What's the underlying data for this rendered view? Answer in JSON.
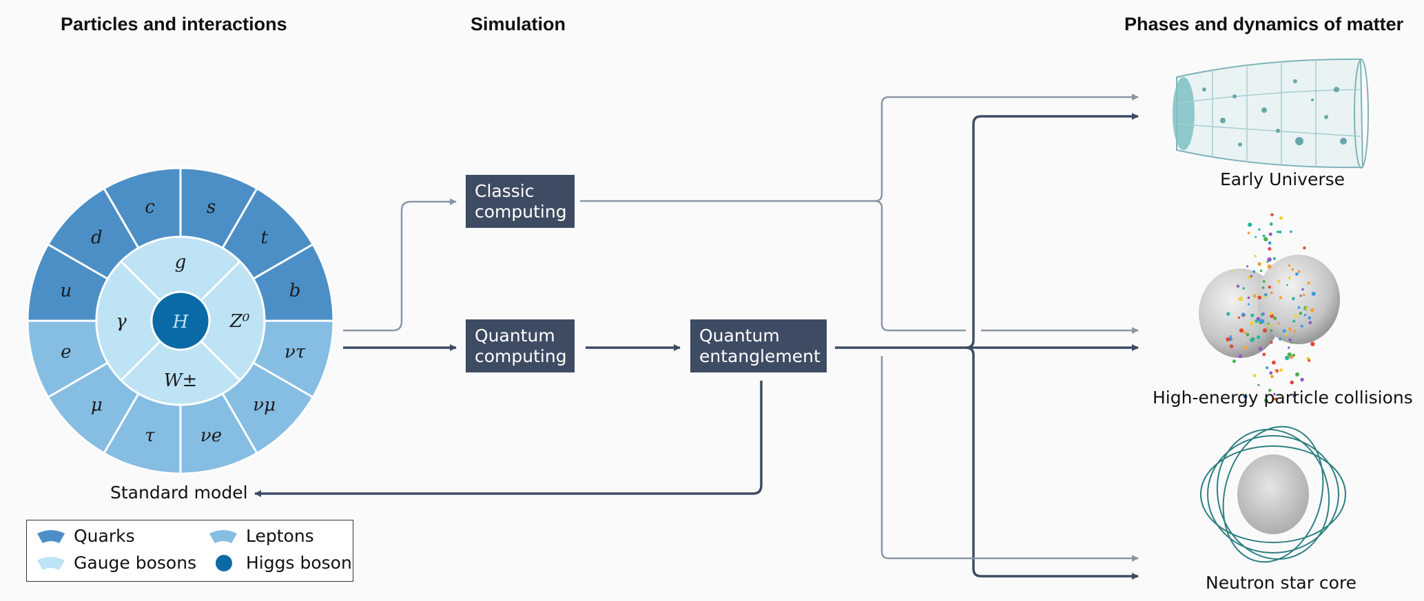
{
  "headers": {
    "particles": "Particles and interactions",
    "simulation": "Simulation",
    "phases": "Phases and dynamics of matter"
  },
  "standard_model": {
    "caption": "Standard model",
    "center": "H",
    "gauge_bosons": [
      "g",
      "Z⁰",
      "W±",
      "γ"
    ],
    "fermions": [
      "c",
      "s",
      "t",
      "b",
      "ντ",
      "νμ",
      "νe",
      "τ",
      "μ",
      "e",
      "u",
      "d"
    ]
  },
  "simulation": {
    "classic": [
      "Classic",
      "computing"
    ],
    "quantum": [
      "Quantum",
      "computing"
    ],
    "entanglement": [
      "Quantum",
      "entanglement"
    ]
  },
  "phases": {
    "early_universe": "Early Universe",
    "collisions": "High-energy particle collisions",
    "neutron_star": "Neutron star core"
  },
  "legend": {
    "quarks": "Quarks",
    "leptons": "Leptons",
    "gauge_bosons": "Gauge bosons",
    "higgs": "Higgs boson"
  },
  "colors": {
    "quark": "#4c8fc6",
    "lepton": "#86bde3",
    "gauge": "#bde3f5",
    "higgs": "#0a6aa6",
    "box": "#3d4c63",
    "arrow_dark": "#3d4c63",
    "arrow_light": "#8a96a4"
  }
}
